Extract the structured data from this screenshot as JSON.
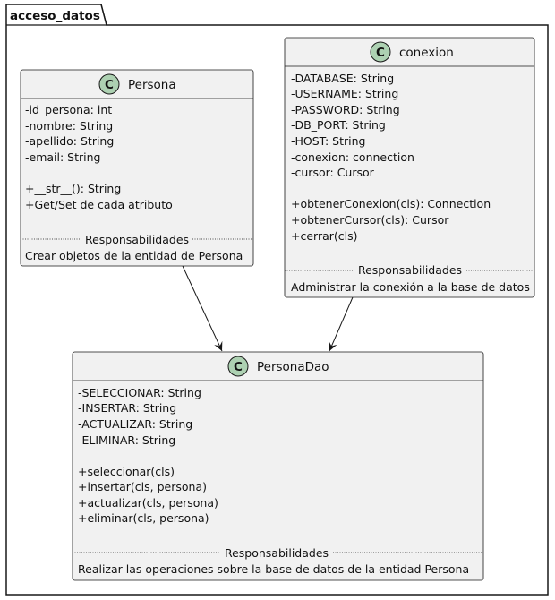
{
  "package": {
    "name": "acceso_datos"
  },
  "classes": {
    "persona": {
      "stereotype": "C",
      "name": "Persona",
      "attributes": [
        "-id_persona: int",
        "-nombre: String",
        "-apellido: String",
        "-email: String"
      ],
      "methods": [
        "+__str__(): String",
        "+Get/Set de cada atributo"
      ],
      "section_title": "Responsabilidades",
      "responsibility": "Crear objetos de la entidad de Persona"
    },
    "conexion": {
      "stereotype": "C",
      "name": "conexion",
      "attributes": [
        "-DATABASE: String",
        "-USERNAME: String",
        "-PASSWORD: String",
        "-DB_PORT: String",
        "-HOST: String",
        "-conexion: connection",
        "-cursor: Cursor"
      ],
      "methods": [
        "+obtenerConexion(cls): Connection",
        "+obtenerCursor(cls): Cursor",
        "+cerrar(cls)"
      ],
      "section_title": "Responsabilidades",
      "responsibility": "Administrar la conexión a la base de datos"
    },
    "personadao": {
      "stereotype": "C",
      "name": "PersonaDao",
      "attributes": [
        "-SELECCIONAR: String",
        "-INSERTAR: String",
        "-ACTUALIZAR: String",
        "-ELIMINAR: String"
      ],
      "methods": [
        "+seleccionar(cls)",
        "+insertar(cls, persona)",
        "+actualizar(cls, persona)",
        "+eliminar(cls, persona)"
      ],
      "section_title": "Responsabilidades",
      "responsibility": "Realizar las operaciones sobre la base de datos de la entidad Persona"
    }
  },
  "colors": {
    "class_fill": "#f1f1f1",
    "class_border": "#181818",
    "stereotype_circle": "#add1b2",
    "package_fill": "#ffffff"
  }
}
